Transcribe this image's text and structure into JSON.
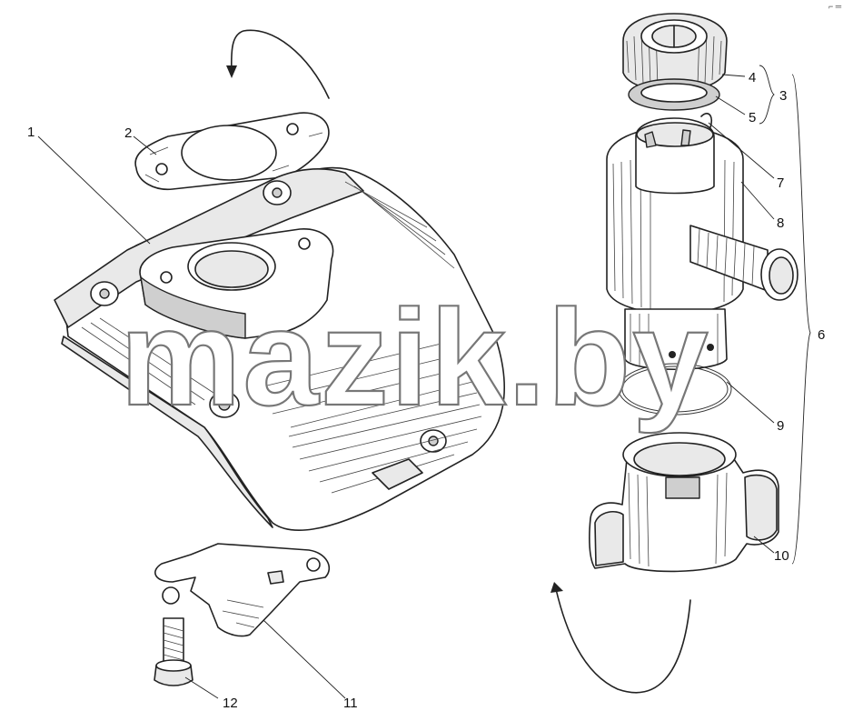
{
  "watermark": {
    "text": "mazik.by"
  },
  "corner_mark": "⌐ ═",
  "callouts": [
    {
      "id": "1",
      "label": "1"
    },
    {
      "id": "2",
      "label": "2"
    },
    {
      "id": "3",
      "label": "3"
    },
    {
      "id": "4",
      "label": "4"
    },
    {
      "id": "5",
      "label": "5"
    },
    {
      "id": "6",
      "label": "6"
    },
    {
      "id": "7",
      "label": "7"
    },
    {
      "id": "8",
      "label": "8"
    },
    {
      "id": "9",
      "label": "9"
    },
    {
      "id": "10",
      "label": "10"
    },
    {
      "id": "11",
      "label": "11"
    },
    {
      "id": "12",
      "label": "12"
    }
  ]
}
